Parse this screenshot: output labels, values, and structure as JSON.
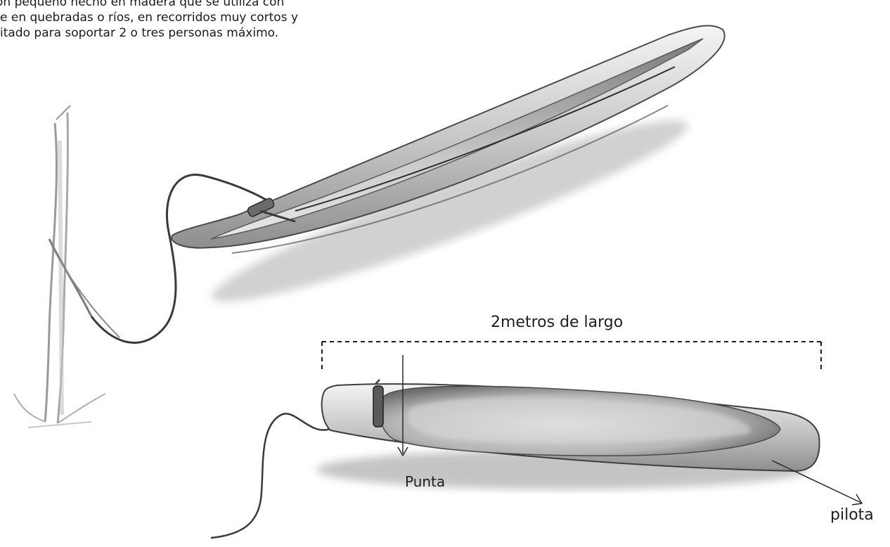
{
  "intro_text": {
    "line1": "on pequeño hecho en madera que se utiliza con",
    "line2": "e  en quebradas o ríos, en recorridos muy cortos y",
    "line3": "itado para soportar  2 o tres personas máximo."
  },
  "annotations": {
    "length": "2metros de largo",
    "front": "Punta",
    "rear": "pilota"
  },
  "colors": {
    "pencil": "#5a5a5a",
    "shadow": "#8a8a8a",
    "paper": "#ffffff"
  }
}
